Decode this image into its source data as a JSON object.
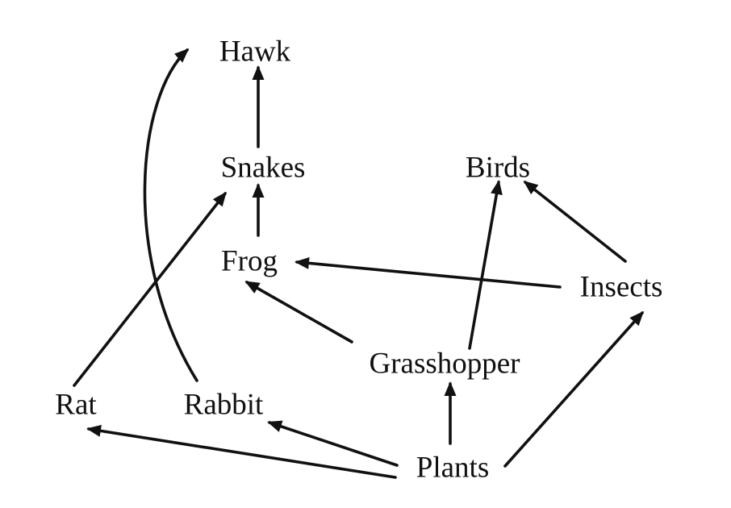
{
  "diagram": {
    "nodes": [
      {
        "id": "hawk",
        "label": "Hawk"
      },
      {
        "id": "snakes",
        "label": "Snakes"
      },
      {
        "id": "birds",
        "label": "Birds"
      },
      {
        "id": "frog",
        "label": "Frog"
      },
      {
        "id": "insects",
        "label": "Insects"
      },
      {
        "id": "grasshopper",
        "label": "Grasshopper"
      },
      {
        "id": "rat",
        "label": "Rat"
      },
      {
        "id": "rabbit",
        "label": "Rabbit"
      },
      {
        "id": "plants",
        "label": "Plants"
      }
    ],
    "edges": [
      {
        "from": "snakes",
        "to": "hawk"
      },
      {
        "from": "rabbit",
        "to": "hawk"
      },
      {
        "from": "frog",
        "to": "snakes"
      },
      {
        "from": "rat",
        "to": "snakes"
      },
      {
        "from": "grasshopper",
        "to": "frog"
      },
      {
        "from": "insects",
        "to": "frog"
      },
      {
        "from": "grasshopper",
        "to": "birds"
      },
      {
        "from": "insects",
        "to": "birds"
      },
      {
        "from": "plants",
        "to": "grasshopper"
      },
      {
        "from": "plants",
        "to": "insects"
      },
      {
        "from": "plants",
        "to": "rabbit"
      },
      {
        "from": "plants",
        "to": "rat"
      }
    ],
    "colors": {
      "ink": "#111111",
      "background": "#ffffff"
    }
  }
}
